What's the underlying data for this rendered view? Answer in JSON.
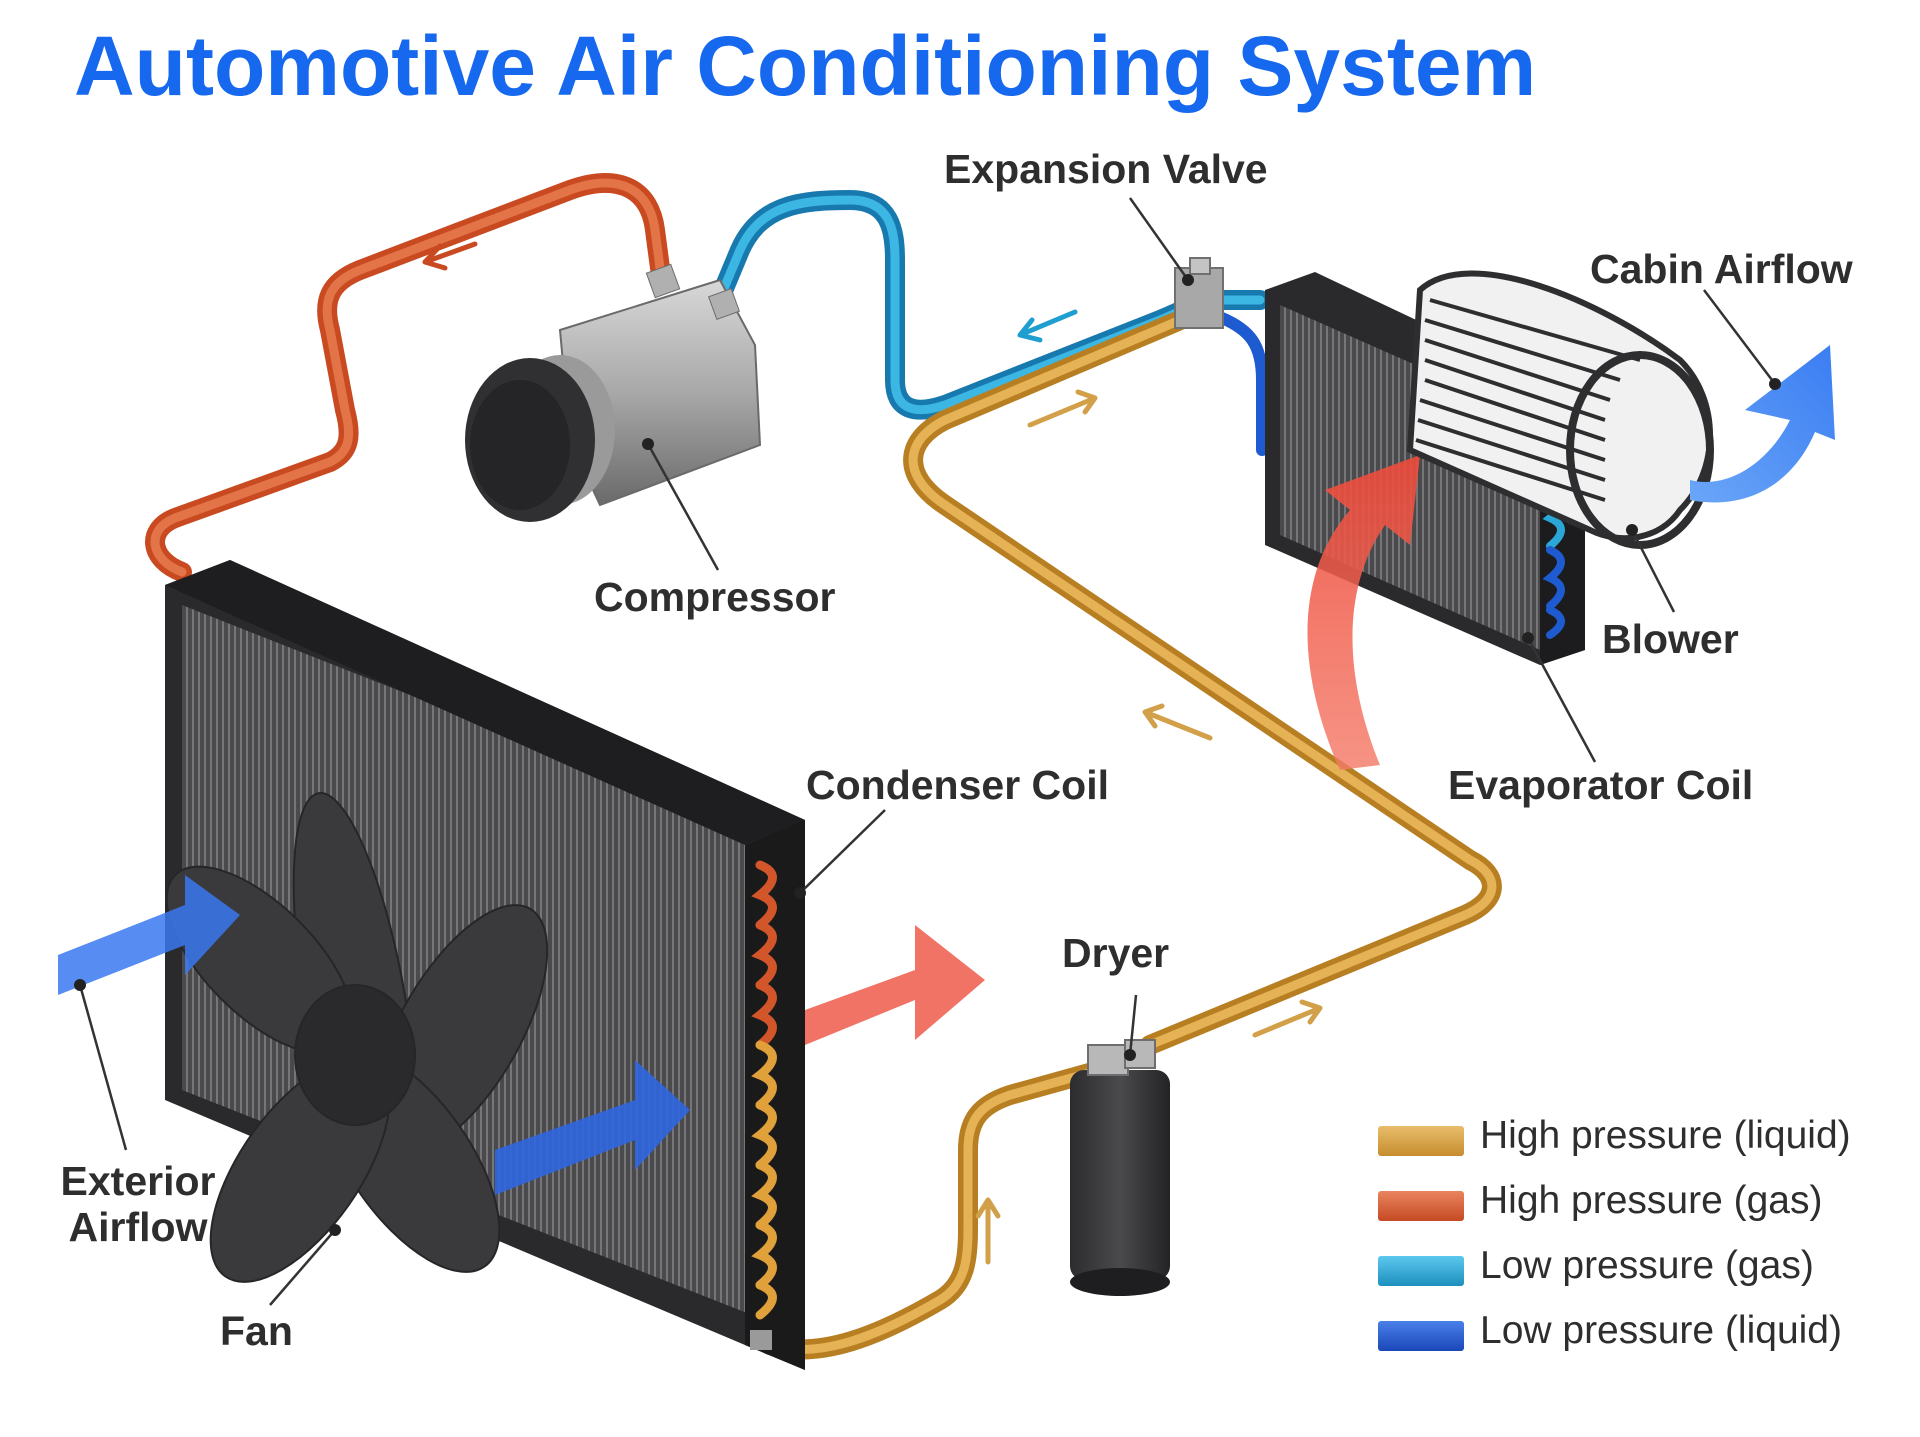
{
  "title": "Automotive Air Conditioning System",
  "labels": {
    "expansion_valve": "Expansion Valve",
    "cabin_airflow": "Cabin Airflow",
    "compressor": "Compressor",
    "blower": "Blower",
    "condenser_coil": "Condenser Coil",
    "evaporator_coil": "Evaporator Coil",
    "dryer": "Dryer",
    "exterior_airflow_line1": "Exterior",
    "exterior_airflow_line2": "Airflow",
    "fan": "Fan"
  },
  "legend": [
    {
      "label": "High pressure (liquid)",
      "color": "#d9a24a"
    },
    {
      "label": "High pressure (gas)",
      "color": "#d85a2e"
    },
    {
      "label": "Low pressure (gas)",
      "color": "#2aa7d6"
    },
    {
      "label": "Low pressure (liquid)",
      "color": "#1f5bd0"
    }
  ],
  "colors": {
    "title": "#1668ee",
    "hot_air": "#f26a5a",
    "cold_air": "#3a78f0",
    "unit_body": "#3a3a3c"
  }
}
